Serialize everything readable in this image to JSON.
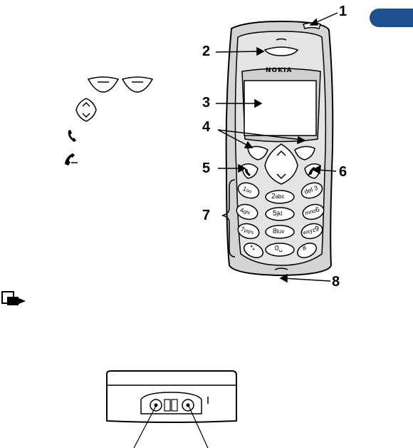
{
  "brand": "NOKIA",
  "callouts": [
    "1",
    "2",
    "3",
    "4",
    "5",
    "6",
    "7",
    "8"
  ],
  "keypad": [
    {
      "digit": "1",
      "letters": "oo"
    },
    {
      "digit": "2",
      "letters": "abc"
    },
    {
      "digit": "del 3",
      "letters": ""
    },
    {
      "digit": "4",
      "letters": "ghi"
    },
    {
      "digit": "5",
      "letters": "jkl"
    },
    {
      "digit": "mno",
      "letters": "6"
    },
    {
      "digit": "7",
      "letters": "pqrs"
    },
    {
      "digit": "8",
      "letters": "tuv"
    },
    {
      "digit": "wxyz",
      "letters": "9"
    },
    {
      "digit": "*",
      "letters": "+"
    },
    {
      "digit": "0",
      "letters": "␣"
    },
    {
      "digit": "#",
      "letters": ""
    }
  ],
  "colors": {
    "accent_tab": "#1d4f91",
    "phone_body": "#d7d7d7",
    "outline": "#000000"
  },
  "icons": [
    "selection-key-left-icon",
    "selection-key-right-icon",
    "navi-key-icon",
    "call-key-icon",
    "end-key-icon",
    "note-arrow-icon",
    "connector-icon"
  ]
}
